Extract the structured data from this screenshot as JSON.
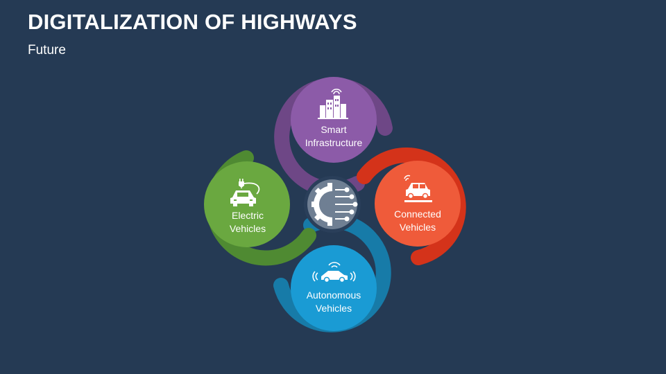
{
  "slide": {
    "title": "DIGITALIZATION OF HIGHWAYS",
    "subtitle": "Future"
  },
  "nodes": {
    "smart_infrastructure": {
      "line1": "Smart",
      "line2": "Infrastructure",
      "icon": "city-buildings-icon",
      "color": "#8c5ba8",
      "ring_color": "#6e4786"
    },
    "connected_vehicles": {
      "line1": "Connected",
      "line2": "Vehicles",
      "icon": "connected-car-icon",
      "color": "#ef5b3a",
      "ring_color": "#d4331a"
    },
    "autonomous_vehicles": {
      "line1": "Autonomous",
      "line2": "Vehicles",
      "icon": "autonomous-car-icon",
      "color": "#1a9bd4",
      "ring_color": "#177ba8"
    },
    "electric_vehicles": {
      "line1": "Electric",
      "line2": "Vehicles",
      "icon": "electric-car-icon",
      "color": "#6aa840",
      "ring_color": "#4f8a32"
    }
  },
  "center": {
    "icon": "digital-gear-icon",
    "color": "#6f7f93"
  }
}
